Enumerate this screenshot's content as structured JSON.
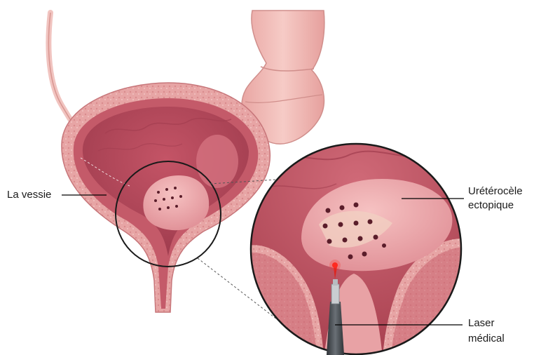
{
  "labels": {
    "bladder": "La vessie",
    "ureterocele_line1": "Urétérocèle",
    "ureterocele_line2": "ectopique",
    "laser_line1": "Laser",
    "laser_line2": "médical"
  },
  "colors": {
    "tissue_outer": "#e8a8a8",
    "tissue_inner": "#c95f6e",
    "mucosa": "#b8485a",
    "colon": "#efb8b4",
    "ureterocele": "#f0aeb0",
    "laser_tip": "#e0201a",
    "instrument": "#4a4f55",
    "leader_line": "#000000"
  }
}
